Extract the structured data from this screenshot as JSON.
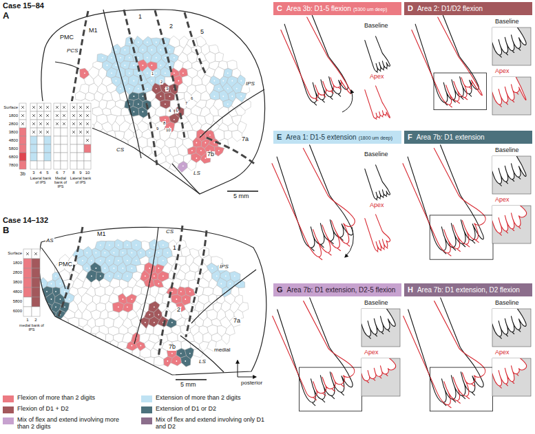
{
  "diagram": {
    "nodes": [
      {
        "text": [
          "C",
          "Area 3b: D1-5 flexion",
          "(5300 um deep)"
        ]
      },
      {
        "text": [
          "D",
          "Area 2: D1/D2 flexion"
        ]
      },
      {
        "text": [
          "E",
          "Area 1: D1-5 extension",
          "(1800 um deep)"
        ]
      },
      {
        "text": [
          "F",
          "Area 7b: D1 extension"
        ]
      },
      {
        "text": [
          "G",
          "Area 7b: D1 extension, D2-5 flexion"
        ]
      },
      {
        "text": [
          "H",
          "Area 7b: D1 extension, D2 flexion"
        ]
      }
    ],
    "labels": [
      "Case 15–84",
      "A",
      "PMC",
      "PCS",
      "M1",
      "1",
      "2",
      "5",
      "IPS",
      "7a",
      "7b",
      "LS",
      "CS",
      "5 mm",
      "1",
      "2",
      "3",
      "4",
      "5",
      "6",
      "7",
      "8",
      "9",
      "10",
      "Surface",
      "1800",
      "2800",
      "3800",
      "4800",
      "5800",
      "6800",
      "7800",
      "3b",
      "3",
      "4",
      "5",
      "6",
      "7",
      "8",
      "9",
      "10",
      "Lateral bank of IPS",
      "Medial bank of IPS",
      "Lateral bank of IPS",
      "Case 14–132",
      "B",
      "AS",
      "PMC",
      "M1",
      "CS",
      "1",
      "IPS",
      "2",
      "7a",
      "7b",
      "LS",
      "5 mm",
      "medial",
      "posterior",
      "Surface",
      "1800",
      "2800",
      "3800",
      "4800",
      "5800",
      "6000",
      "1",
      "2",
      "medial bank of IPS",
      "Baseline",
      "Apex",
      "Baseline",
      "Apex",
      "Baseline",
      "Apex",
      "Baseline",
      "Apex",
      "Baseline",
      "Apex",
      "Baseline",
      "Apex"
    ],
    "legend": [
      {
        "text": "Flexion of more than 2 digits",
        "color": "#ec7a82"
      },
      {
        "text": "Extension of more than 2 digits",
        "color": "#bfe2f3"
      },
      {
        "text": "Flexion of D1 + D2",
        "color": "#a3585c"
      },
      {
        "text": "Extension of D1 or D2",
        "color": "#4c717c"
      },
      {
        "text": "Mix of flex and extend involving more than 2 digits",
        "color": "#c7a2cf"
      },
      {
        "text": "Mix of flex and extend involving only D1 and D2",
        "color": "#8c6e8c"
      }
    ]
  }
}
